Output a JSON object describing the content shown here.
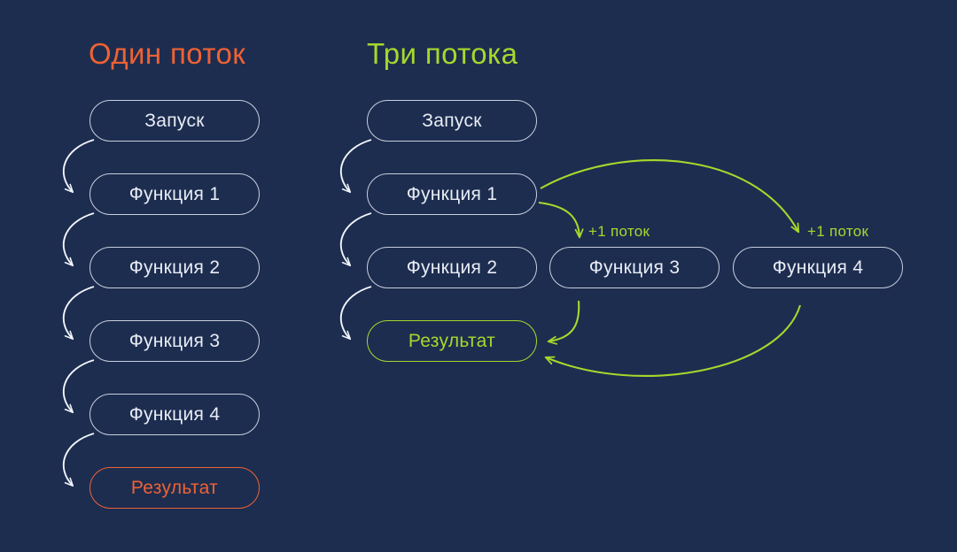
{
  "background_color": "#1d2d50",
  "colors": {
    "orange": "#ef6233",
    "green": "#a6d82c",
    "node_border": "#c8cfdd",
    "node_text": "#e8ecf4",
    "arrow_white": "#f2f5fa"
  },
  "columns": [
    {
      "id": "single-thread",
      "title": "Один поток",
      "title_color": "#ef6233",
      "nodes": [
        {
          "label": "Запуск",
          "accent": "none"
        },
        {
          "label": "Функция 1",
          "accent": "none"
        },
        {
          "label": "Функция 2",
          "accent": "none"
        },
        {
          "label": "Функция 3",
          "accent": "none"
        },
        {
          "label": "Функция 4",
          "accent": "none"
        },
        {
          "label": "Результат",
          "accent": "orange"
        }
      ]
    },
    {
      "id": "three-threads",
      "title": "Три потока",
      "title_color": "#a6d82c",
      "nodes": [
        {
          "label": "Запуск",
          "accent": "none"
        },
        {
          "label": "Функция 1",
          "accent": "none"
        },
        {
          "label": "Функция 2",
          "accent": "none"
        },
        {
          "label": "Результат",
          "accent": "green"
        }
      ],
      "spawned_nodes": [
        {
          "label": "Функция 3",
          "accent": "none",
          "thread_label": "+1 поток"
        },
        {
          "label": "Функция 4",
          "accent": "none",
          "thread_label": "+1 поток"
        }
      ]
    }
  ],
  "arrow_count": {
    "white_sequential": 9,
    "green_spawn": 2,
    "green_return": 2
  }
}
